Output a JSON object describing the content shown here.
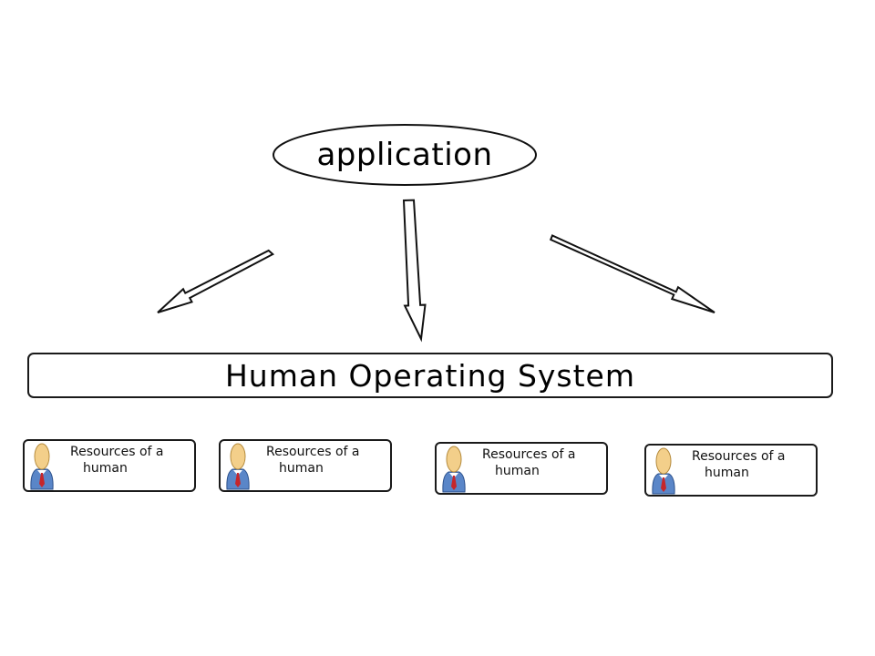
{
  "diagram": {
    "application_label": "application",
    "os_label": "Human Operating System",
    "resources": [
      {
        "line1": "Resources of a",
        "line2": "human"
      },
      {
        "line1": "Resources of a",
        "line2": "human"
      },
      {
        "line1": "Resources of a",
        "line2": "human"
      },
      {
        "line1": "Resources of a",
        "line2": "human"
      }
    ],
    "icons": [
      "person-icon",
      "arrow-icon"
    ]
  }
}
